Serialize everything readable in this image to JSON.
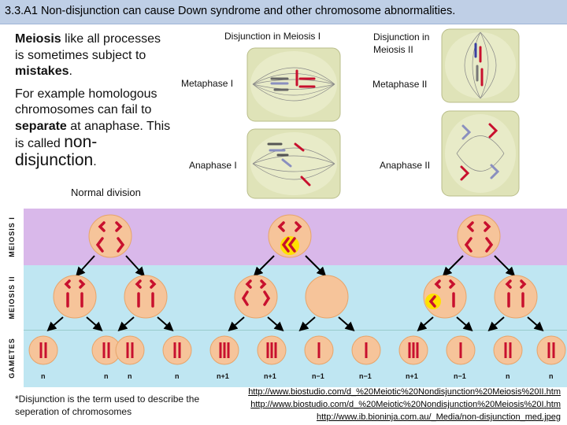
{
  "title": "3.3.A1 Non-disjunction can cause Down syndrome and other chromosome abnormalities.",
  "intro": {
    "p1_bold": "Meiosis",
    "p1_rest": " like all processes is sometimes subject to ",
    "p1_bold2": "mistakes",
    "p1_end": ".",
    "p2_start": "For example homologous chromosomes can fail to ",
    "p2_bold": "separate",
    "p2_mid": " at anaphase. This is called ",
    "p2_big": "non-disjunction",
    "p2_end": "."
  },
  "labels": {
    "disjunction_meiosis_1": "Disjunction in Meiosis I",
    "disjunction_meiosis_2": "Disjunction in Meiosis II",
    "metaphase_1": "Metaphase I",
    "anaphase_1": "Anaphase I",
    "metaphase_2": "Metaphase II",
    "anaphase_2": "Anaphase II",
    "normal_division": "Normal division"
  },
  "side_labels": {
    "meiosis_1": "MEIOSIS I",
    "meiosis_2": "MEIOSIS II",
    "gametes": "GAMETES"
  },
  "gamete_labels": [
    "n",
    "n",
    "n",
    "n",
    "n+1",
    "n+1",
    "n−1",
    "n−1",
    "n+1",
    "n−1",
    "n",
    "n"
  ],
  "footnote": "*Disjunction is the term used to describe the seperation of chromosomes",
  "links": [
    "http://www.biostudio.com/d_%20Meiotic%20Nondisjunction%20Meiosis%20II.htm",
    "http://www.biostudio.com/d_%20Meiotic%20Nondisjunction%20Meiosis%20I.htm",
    "http://www.ib.bioninja.com.au/_Media/non-disjunction_med.jpeg"
  ],
  "colors": {
    "title_bar": "#bfcfe6",
    "meiosis1_band": "#d9b8ea",
    "meiosis2_band": "#bfe6f2",
    "gametes_band": "#bfe6f2",
    "cell_fill": "#f6c49a",
    "chromosome": "#c8102e",
    "highlight": "#ffe100"
  }
}
